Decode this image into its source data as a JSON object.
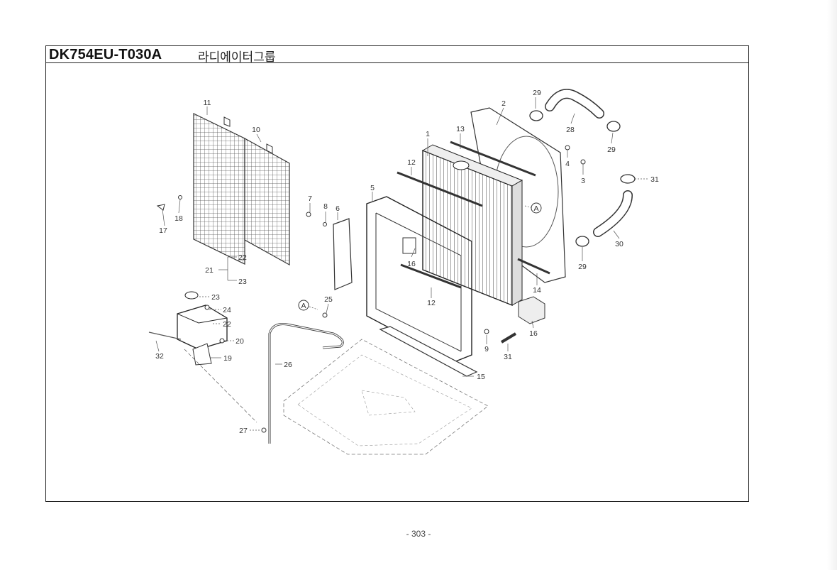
{
  "header": {
    "model_code": "DK754EU-T030A",
    "group_title": "라디에이터그룹"
  },
  "diagram": {
    "callouts": [
      "1",
      "2",
      "3",
      "4",
      "5",
      "6",
      "7",
      "8",
      "9",
      "10",
      "11",
      "12",
      "12",
      "13",
      "14",
      "15",
      "16",
      "16",
      "17",
      "18",
      "19",
      "20",
      "21",
      "22",
      "22",
      "23",
      "23",
      "24",
      "25",
      "26",
      "27",
      "28",
      "29",
      "29",
      "29",
      "30",
      "31",
      "31",
      "32",
      "A",
      "A"
    ]
  },
  "footer": {
    "page_number": "- 303 -"
  }
}
